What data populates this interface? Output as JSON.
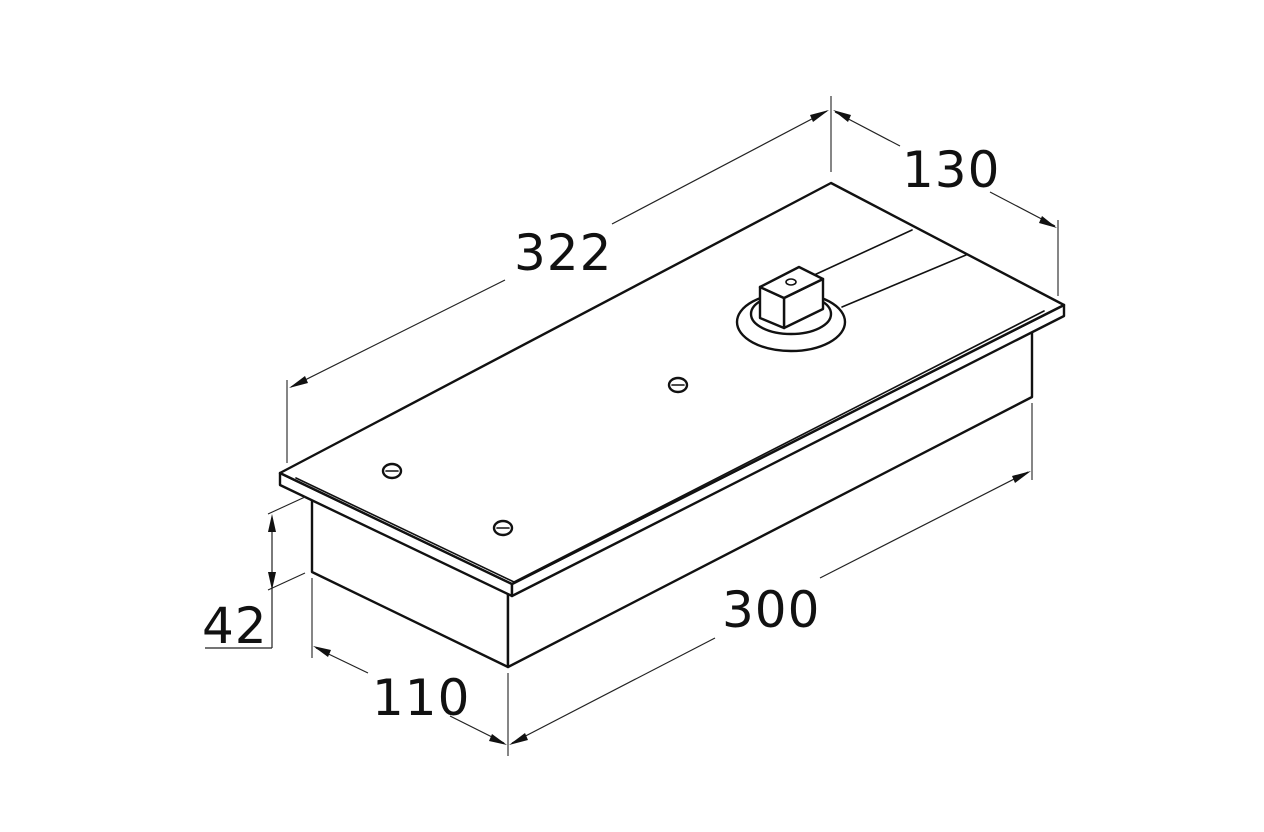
{
  "dimensions": {
    "overall_length": "322",
    "overall_width": "130",
    "body_length": "300",
    "body_width": "110",
    "height": "42"
  },
  "colors": {
    "line": "#111111",
    "background": "#ffffff"
  }
}
